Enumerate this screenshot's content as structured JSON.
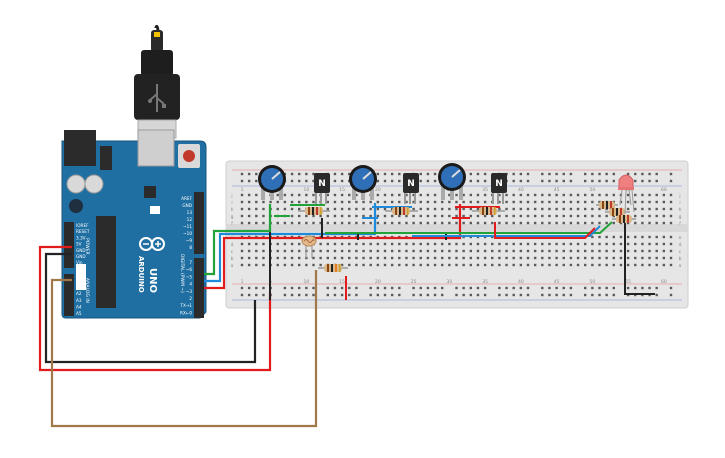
{
  "arduino": {
    "brand_text": "ARDUINO",
    "model_text": "UNO",
    "digital_label": "DIGITAL (PWM ~)",
    "analog_label": "ANALOG IN",
    "power_label": "POWER",
    "header_top": [
      "AREF",
      "GND",
      "13",
      "12",
      "~11",
      "~10",
      "~9",
      "8"
    ],
    "header_bottom": [
      "7",
      "~6",
      "~5",
      "4",
      "~3",
      "2",
      "TX→1",
      "RX←0"
    ],
    "power_pins": [
      "IOREF",
      "RESET",
      "3.3V",
      "5V",
      "GND",
      "GND",
      "Vin"
    ],
    "analog_pins": [
      "A0",
      "A1",
      "A2",
      "A3",
      "A4",
      "A5"
    ]
  },
  "breadboard": {
    "row_letters": [
      "j",
      "i",
      "h",
      "g",
      "f",
      "e",
      "d",
      "c",
      "b",
      "a"
    ],
    "column_labels": [
      "1",
      "5",
      "10",
      "15",
      "20",
      "25",
      "30",
      "35",
      "40",
      "45",
      "50",
      "55",
      "60"
    ]
  },
  "transistor_label": "N",
  "colors": {
    "arduino_blue": "#1f6fa3",
    "breadboard": "#e6e6e6",
    "wire_red": "#e11b1b",
    "wire_black": "#222222",
    "wire_green": "#22a33a",
    "wire_blue": "#1e8ad9",
    "wire_brown": "#a0784a",
    "pot_blue": "#2f6fb7",
    "led_red": "#f08080"
  }
}
